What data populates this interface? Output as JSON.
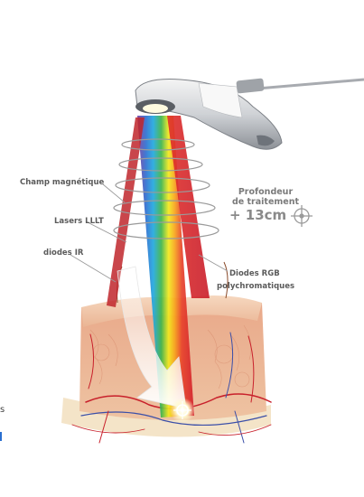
{
  "labels": {
    "magnetic": "Champ magnétique",
    "lllt": "Lasers LLLT",
    "ir": "diodes IR",
    "rgb_line1": "Diodes RGB",
    "rgb_line2": "polychromatiques"
  },
  "depth": {
    "title_line1": "Profondeur",
    "title_line2": "de traitement",
    "value": "+ 13cm"
  },
  "edge_fragments": {
    "left_text": "s"
  },
  "beam_colors": [
    "#7b3fa0",
    "#2f6fd0",
    "#21a8e0",
    "#3cb44b",
    "#f2e81c",
    "#f7a21b",
    "#e8432a",
    "#d21f2b"
  ],
  "skin_colors": {
    "surface": "#f3cdb0",
    "dermis": "#e9a98a",
    "deep": "#f4e4c8",
    "vessel_red": "#c8202b",
    "vessel_blue": "#3b4fa8"
  }
}
